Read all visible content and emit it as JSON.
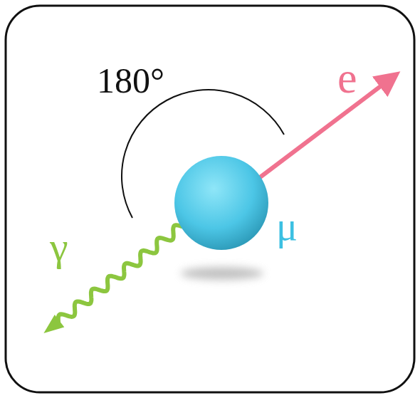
{
  "diagram": {
    "labels": [
      "180°",
      "e",
      "μ",
      "γ"
    ]
  }
}
